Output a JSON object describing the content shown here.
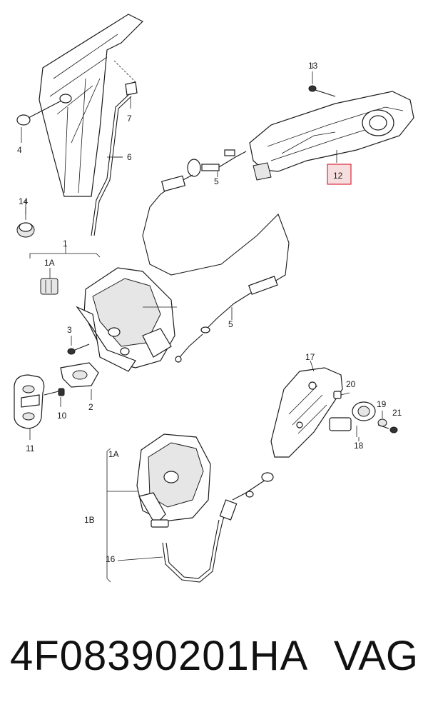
{
  "callouts": {
    "c1": "1",
    "c1a_top": "1A",
    "c2": "2",
    "c3": "3",
    "c4": "4",
    "c5_left": "5",
    "c5_right": "5",
    "c6": "6",
    "c7": "7",
    "c10": "10",
    "c11": "11",
    "c12": "12",
    "c13": "13",
    "c14": "14",
    "c16": "16",
    "c17": "17",
    "c18": "18",
    "c19": "19",
    "c20": "20",
    "c21": "21",
    "c1a_bottom": "1A",
    "c1b": "1B"
  },
  "highlight": {
    "part": "12",
    "color": "#d0021b",
    "fill": "#f7dede"
  },
  "footer": {
    "part_number": "4F08390201HA",
    "brand": "VAG"
  }
}
